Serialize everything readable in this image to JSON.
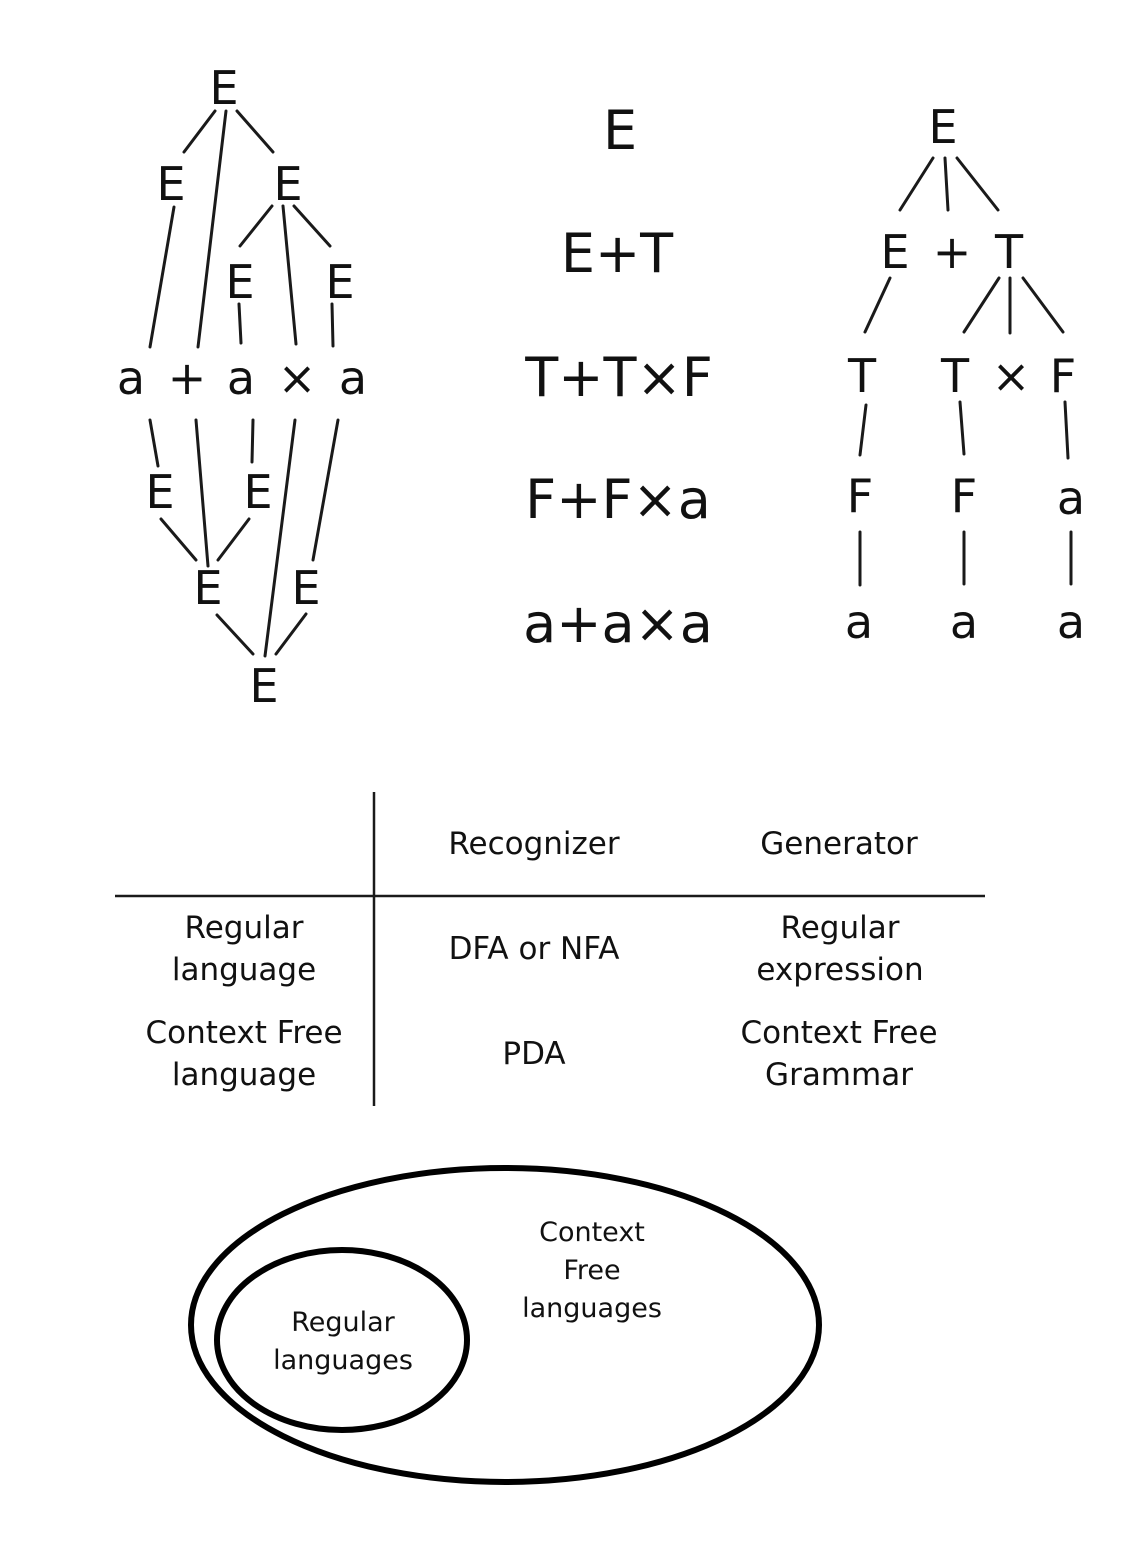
{
  "ambiguous_parse_trees": {
    "top_tree_nodes": [
      "E",
      "E",
      "E",
      "E",
      "E"
    ],
    "shared_terminals": [
      "a",
      "+",
      "a",
      "×",
      "a"
    ],
    "bottom_tree_nodes": [
      "E",
      "E",
      "E",
      "E",
      "E"
    ]
  },
  "derivation": {
    "steps": [
      "E",
      "E+T",
      "T+T×F",
      "F+F×a",
      "a+a×a"
    ]
  },
  "unambiguous_parse_tree": {
    "root": "E",
    "level1": [
      "E",
      "+",
      "T"
    ],
    "level2": [
      "T",
      "T",
      "×",
      "F"
    ],
    "level3": [
      "F",
      "F",
      "a"
    ],
    "leaves": [
      "a",
      "a",
      "a"
    ]
  },
  "comparison_table": {
    "headers": [
      "",
      "Recognizer",
      "Generator"
    ],
    "rows": [
      {
        "language": [
          "Regular",
          "language"
        ],
        "recognizer": [
          "DFA or NFA"
        ],
        "generator": [
          "Regular",
          "expression"
        ]
      },
      {
        "language": [
          "Context Free",
          "language"
        ],
        "recognizer": [
          "PDA"
        ],
        "generator": [
          "Context Free",
          "Grammar"
        ]
      }
    ]
  },
  "venn_diagram": {
    "outer_label": [
      "Context",
      "Free",
      "languages"
    ],
    "inner_label": [
      "Regular",
      "languages"
    ]
  }
}
